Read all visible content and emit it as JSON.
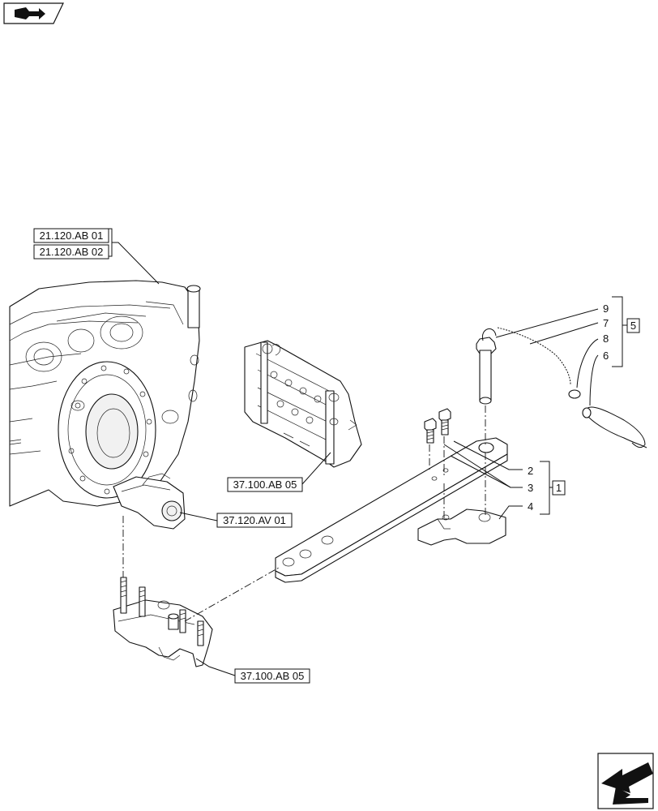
{
  "refs": [
    {
      "id": "ref-21-120-ab-01",
      "label": "21.120.AB 01"
    },
    {
      "id": "ref-21-120-ab-02",
      "label": "21.120.AB 02"
    },
    {
      "id": "ref-37-100-ab-05-top",
      "label": "37.100.AB 05"
    },
    {
      "id": "ref-37-120-av-01",
      "label": "37.120.AV 01"
    },
    {
      "id": "ref-37-100-ab-05-bottom",
      "label": "37.100.AB 05"
    }
  ],
  "item_numbers": [
    "9",
    "7",
    "8",
    "6",
    "2",
    "3",
    "4"
  ],
  "group_numbers": [
    "5",
    "1"
  ],
  "icons": {
    "top_left": "book-next-icon",
    "bottom_right": "next-page-arrow-icon"
  }
}
